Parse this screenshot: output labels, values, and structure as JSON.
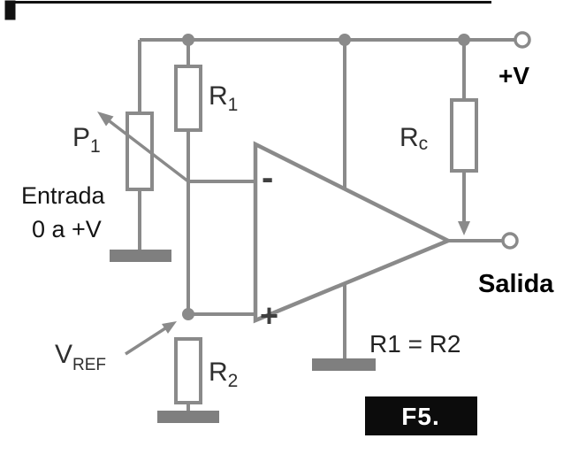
{
  "diagram": {
    "power_label": "+V",
    "output_label": "Salida",
    "input_label_line1": "Entrada",
    "input_label_line2": "0 a +V",
    "equation": "R1 = R2",
    "figure_caption": "F5.",
    "opamp": {
      "inverting_input": "-",
      "noninverting_input": "+"
    },
    "components": {
      "r1": {
        "main": "R",
        "sub": "1"
      },
      "r2": {
        "main": "R",
        "sub": "2"
      },
      "rc": {
        "main": "R",
        "sub": "c"
      },
      "p1": {
        "main": "P",
        "sub": "1"
      },
      "vref": {
        "main": "V",
        "sub": "REF"
      }
    },
    "colors": {
      "wire": "#8a8a8a",
      "label_text": "#2e2e2e",
      "output_text": "#000000",
      "caption_bg": "#0c0c0c",
      "caption_text": "#ffffff"
    }
  }
}
